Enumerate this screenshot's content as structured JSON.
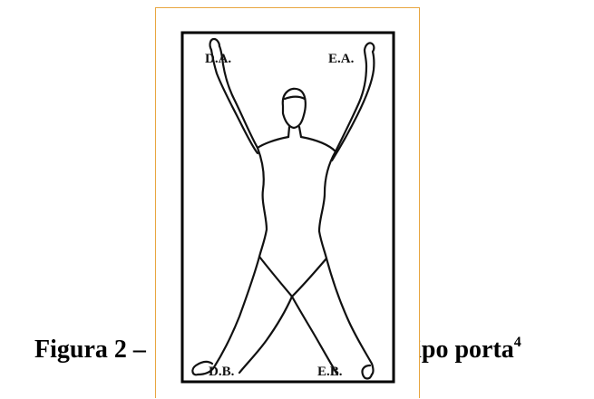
{
  "caption": {
    "prefix": "Figura 2 –",
    "suffix": "s tipo porta",
    "footnote": "4"
  },
  "figure": {
    "labels": {
      "top_left": "D.A.",
      "top_right": "E.A.",
      "bottom_left": "D.B.",
      "bottom_right": "E.B."
    },
    "border_color": "#e8a640"
  }
}
